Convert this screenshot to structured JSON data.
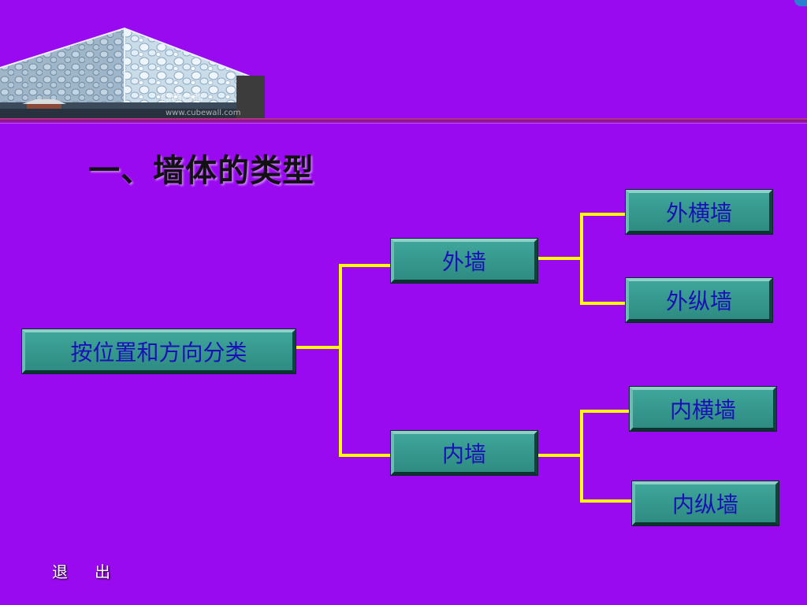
{
  "slide": {
    "title": "一、墙体的类型",
    "exit_chars": [
      "退",
      "出"
    ]
  },
  "diagram": {
    "root": "按位置和方向分类",
    "branches": [
      {
        "label": "外墙",
        "children": [
          "外横墙",
          "外纵墙"
        ]
      },
      {
        "label": "内墙",
        "children": [
          "内横墙",
          "内纵墙"
        ]
      }
    ]
  },
  "colors": {
    "background": "#9a0af0",
    "box": "#3a9d93",
    "box_text": "#1a10b8",
    "connector": "#ffff00",
    "banner_line": "#b02e80"
  },
  "banner": {
    "image": "water-cube-building-photo",
    "watermark": "www.cubewall.com"
  }
}
